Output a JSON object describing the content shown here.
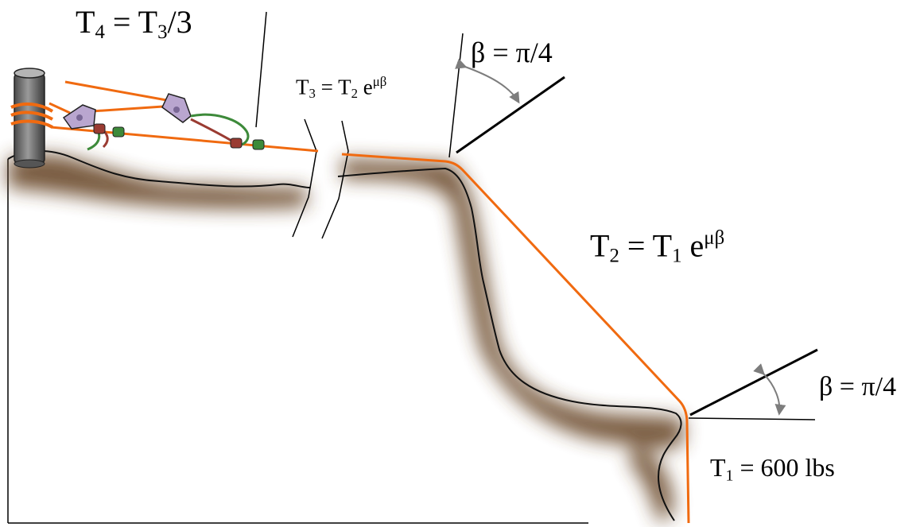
{
  "labels": {
    "t4": {
      "sym": "T",
      "sub": "4",
      "rest": " = T",
      "sub2": "3",
      "tail": "/3"
    },
    "t3": {
      "sym": "T",
      "sub": "3",
      "rest": " = T",
      "sub2": "2",
      "tail": " e",
      "sup": "μβ"
    },
    "t2": {
      "sym": "T",
      "sub": "2",
      "rest": " = T",
      "sub2": "1",
      "tail": " e",
      "sup": "μβ"
    },
    "t1": {
      "sym": "T",
      "sub": "1",
      "rest": " = 600 lbs"
    },
    "beta_top": "β = π/4",
    "beta_bottom": "β = π/4"
  },
  "colors": {
    "rope": "#f06a10",
    "soil": "#6b4a2a",
    "pulley": "#b9a6cf",
    "sling_green": "#3d8a3a",
    "sling_red": "#9a3b32",
    "arrow": "#7d7d7d"
  },
  "icons": [
    "anchor-post-icon",
    "pulley-icon",
    "cliff-edge-icon",
    "curved-arrow-icon"
  ]
}
